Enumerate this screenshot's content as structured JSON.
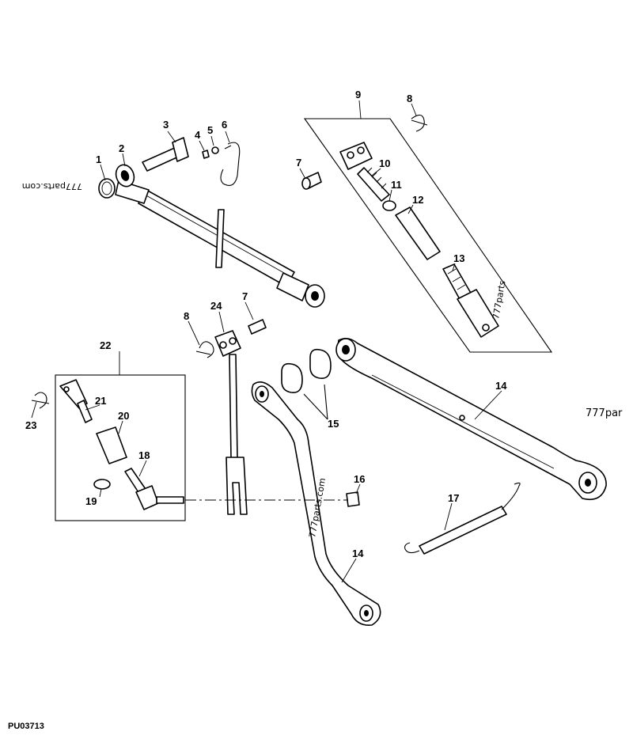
{
  "figure_id": "PU03713",
  "watermarks": [
    "777parts.com",
    "777parts",
    "777par"
  ],
  "callouts": [
    "1",
    "2",
    "3",
    "4",
    "5",
    "6",
    "7",
    "7",
    "8",
    "8",
    "9",
    "10",
    "11",
    "12",
    "13",
    "14",
    "14",
    "15",
    "16",
    "17",
    "18",
    "19",
    "20",
    "21",
    "22",
    "23",
    "24"
  ]
}
